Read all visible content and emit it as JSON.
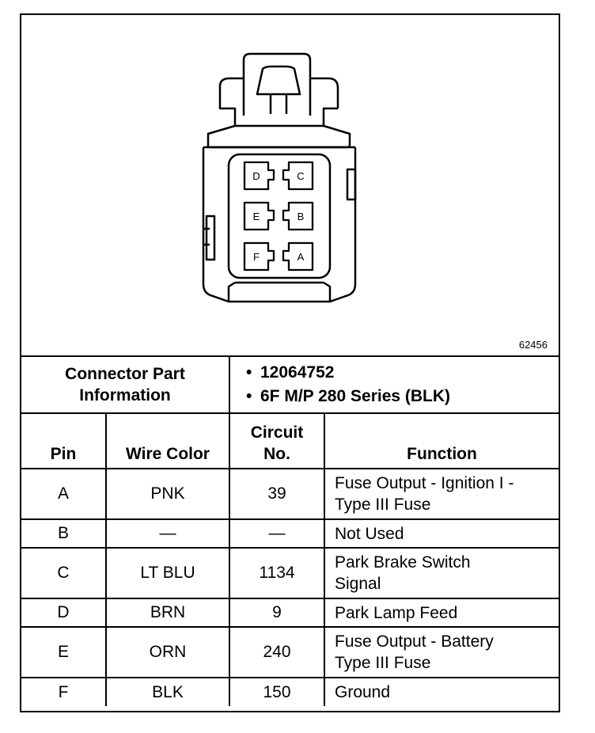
{
  "figure_id": "62456",
  "connector": {
    "cavity_labels": [
      "D",
      "C",
      "E",
      "B",
      "F",
      "A"
    ],
    "info_label_line1": "Connector Part",
    "info_label_line2": "Information",
    "part_number": "12064752",
    "series": "6F M/P 280 Series (BLK)"
  },
  "table": {
    "headers": {
      "pin": "Pin",
      "wire_color": "Wire Color",
      "circuit_line1": "Circuit",
      "circuit_line2": "No.",
      "function": "Function"
    },
    "rows": [
      {
        "pin": "A",
        "wire": "PNK",
        "circuit": "39",
        "function_line1": "Fuse Output - Ignition I -",
        "function_line2": "Type III Fuse"
      },
      {
        "pin": "B",
        "wire": "—",
        "circuit": "—",
        "function_line1": "Not Used",
        "function_line2": ""
      },
      {
        "pin": "C",
        "wire": "LT BLU",
        "circuit": "1134",
        "function_line1": "Park Brake Switch",
        "function_line2": "Signal"
      },
      {
        "pin": "D",
        "wire": "BRN",
        "circuit": "9",
        "function_line1": "Park Lamp Feed",
        "function_line2": ""
      },
      {
        "pin": "E",
        "wire": "ORN",
        "circuit": "240",
        "function_line1": "Fuse Output - Battery",
        "function_line2": "Type III Fuse"
      },
      {
        "pin": "F",
        "wire": "BLK",
        "circuit": "150",
        "function_line1": "Ground",
        "function_line2": ""
      }
    ]
  }
}
